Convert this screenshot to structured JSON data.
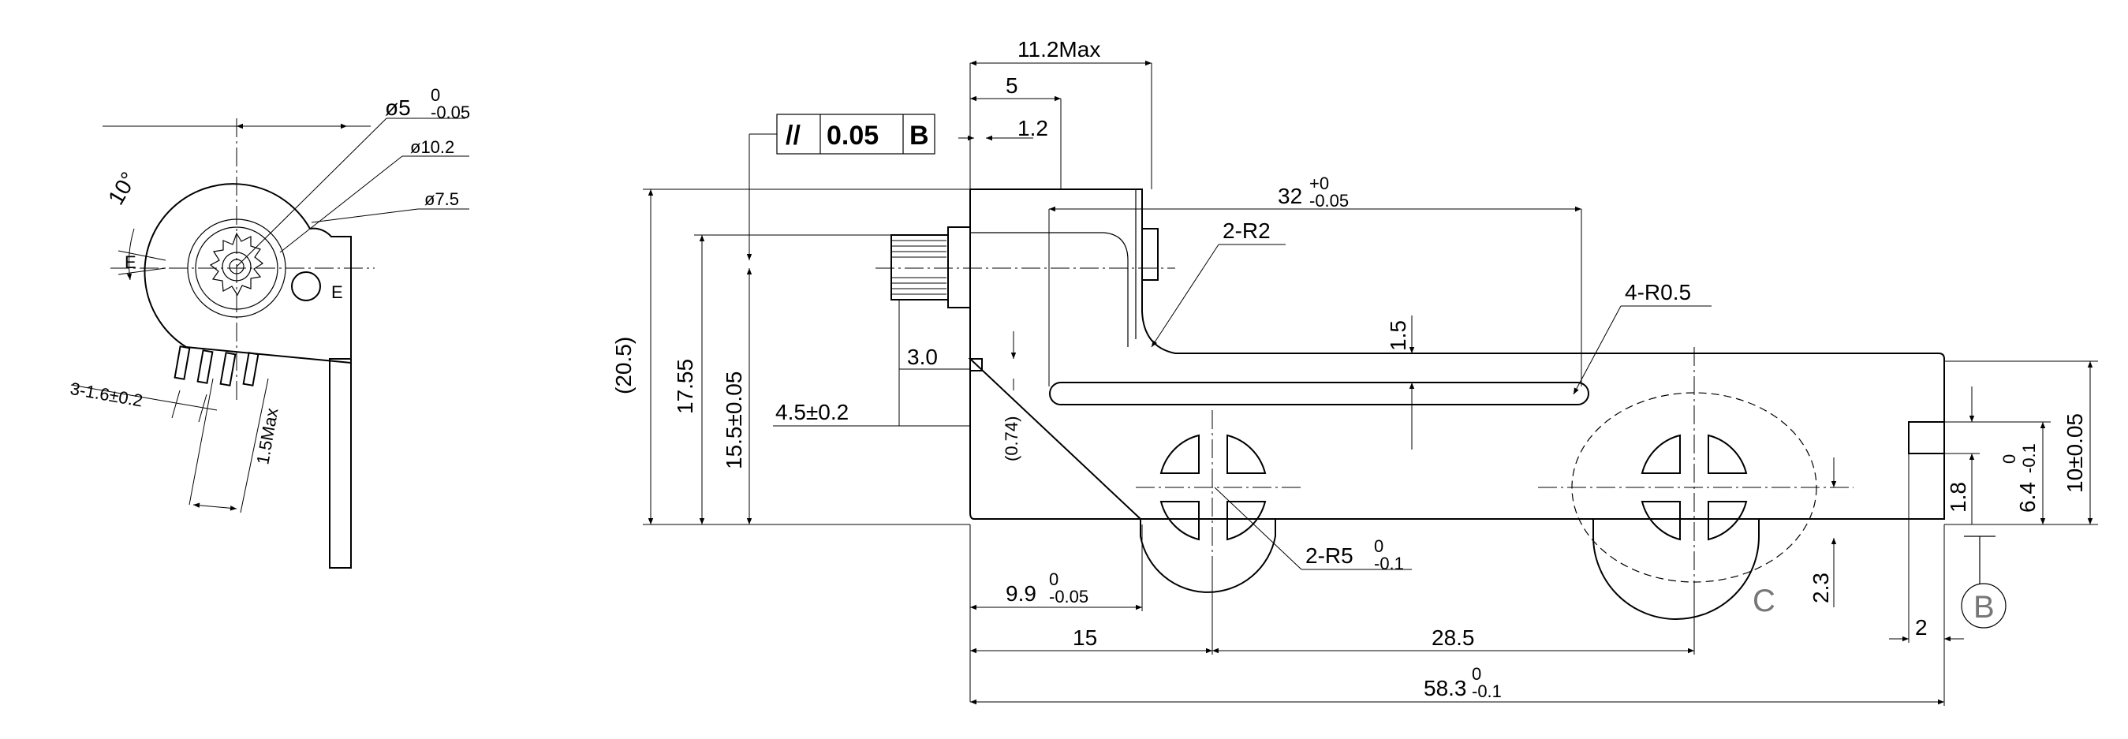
{
  "side_view": {
    "angle": "10°",
    "phi5": "ø5",
    "phi5_tol_upper": "0",
    "phi5_tol_lower": "-0.05",
    "phi10": "ø10.2",
    "phi7": "ø7.5",
    "pin_pitch": "3-1.6±0.2",
    "lead_max": "1.5Max",
    "e_label": "E"
  },
  "front_view": {
    "width_max": "11.2Max",
    "dim_5": "5",
    "dim_1_2": "1.2",
    "tolerance_symbol": "//",
    "tolerance_value": "0.05",
    "tolerance_datum": "B",
    "slot_length": "32",
    "slot_tol_upper": "+0",
    "slot_tol_lower": "-0.05",
    "radius_2": "2-R2",
    "radius_05": "4-R0.5",
    "dim_1_5": "1.5",
    "height_20_5": "(20.5)",
    "height_17_55": "17.55",
    "height_15_5": "15.5±0.05",
    "dim_4_5": "4.5±0.2",
    "dim_3_0": "3.0",
    "dim_0_74": "(0.74)",
    "radius_5": "2-R5",
    "radius_5_tol_upper": "0",
    "radius_5_tol_lower": "-0.1",
    "dim_9_9": "9.9",
    "dim_9_9_tol_upper": "0",
    "dim_9_9_tol_lower": "-0.05",
    "dim_15": "15",
    "dim_28_5": "28.5",
    "total_length": "58.3",
    "total_tol_upper": "0",
    "total_tol_lower": "-0.1",
    "dim_2_3": "2.3",
    "dim_1_8": "1.8",
    "dim_6_4": "6.4",
    "dim_6_4_tol_upper": "0",
    "dim_6_4_tol_lower": "-0.1",
    "height_10": "10±0.05",
    "dim_2": "2",
    "label_c": "C",
    "datum_b": "B"
  }
}
